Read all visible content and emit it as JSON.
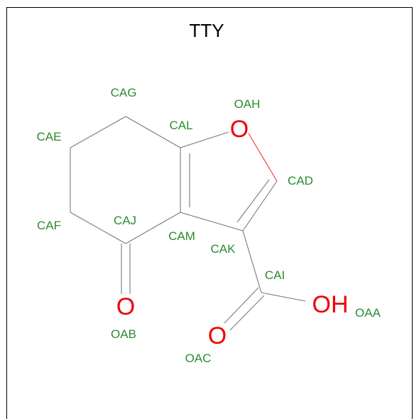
{
  "title": "TTY",
  "colors": {
    "label": "#2e8b2e",
    "heteroatom": "#ee0000",
    "bond": "#7a7a7a"
  },
  "atom_labels": {
    "CAG": "CAG",
    "OAH": "OAH",
    "CAE": "CAE",
    "CAL": "CAL",
    "CAD": "CAD",
    "CAF": "CAF",
    "CAJ": "CAJ",
    "CAM": "CAM",
    "CAK": "CAK",
    "CAI": "CAI",
    "OAB": "OAB",
    "OAA": "OAA",
    "OAC": "OAC"
  },
  "heteroatoms": {
    "OAH": "O",
    "OAB": "O",
    "OAC": "O",
    "OAA": "OH"
  }
}
